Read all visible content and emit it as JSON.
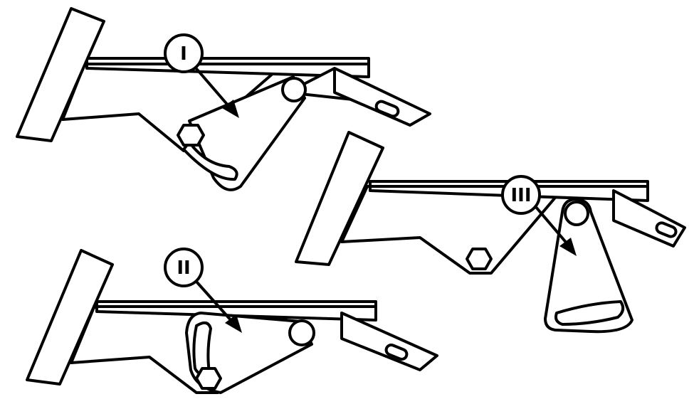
{
  "callouts": {
    "one": "I",
    "two": "II",
    "three": "III"
  },
  "colors": {
    "stroke": "#000000",
    "background": "#ffffff"
  }
}
